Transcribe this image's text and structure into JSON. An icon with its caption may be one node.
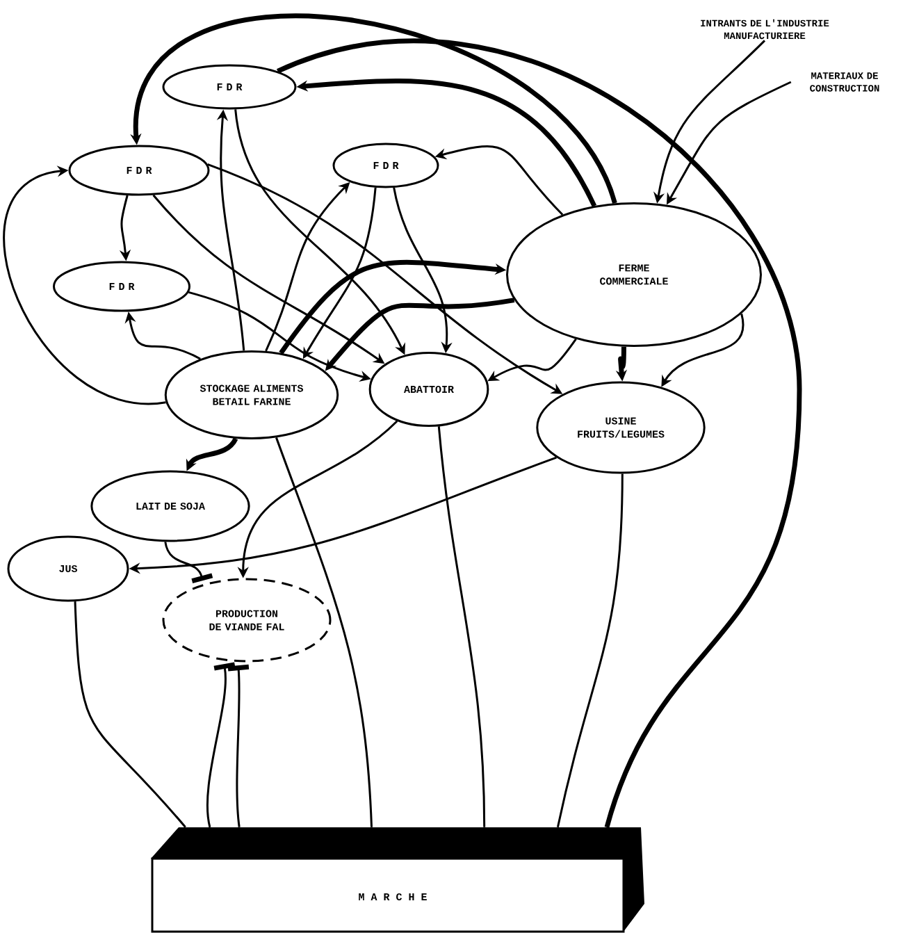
{
  "diagram": {
    "nodes": [
      {
        "text": [
          "F D R"
        ]
      },
      {
        "text": [
          "F D R"
        ]
      },
      {
        "text": [
          "F D R"
        ]
      },
      {
        "text": [
          "F D R"
        ]
      },
      {
        "text": [
          "FERME COMMERCIALE"
        ]
      },
      {
        "text": [
          "STOCKAGE ALIMENTS BETAIL FARINE"
        ]
      },
      {
        "text": [
          "ABATTOIR"
        ]
      },
      {
        "text": [
          "USINE FRUITS/LEGUMES"
        ]
      },
      {
        "text": [
          "LAIT DE SOJA"
        ]
      },
      {
        "text": [
          "JUS"
        ]
      },
      {
        "text": [
          "PRODUCTION DE VIANDE FAL"
        ]
      },
      {
        "text": [
          "M A R C H E"
        ]
      },
      {
        "text": [
          "INTRANTS DE L'INDUSTRIE MANUFACTURIERE"
        ]
      },
      {
        "text": [
          "MATERIAUX DE CONSTRUCTION"
        ]
      }
    ],
    "edges": [
      {
        "from": 4,
        "to": 0,
        "arrow": "to",
        "style": "thick"
      },
      {
        "from": 4,
        "to": 1,
        "arrow": "to",
        "style": "thick"
      },
      {
        "from": 4,
        "to": 2,
        "arrow": "to"
      },
      {
        "from": 12,
        "to": 4,
        "arrow": "to"
      },
      {
        "from": 13,
        "to": 4,
        "arrow": "to"
      },
      {
        "from": 0,
        "to": 6,
        "arrow": "to"
      },
      {
        "from": 5,
        "to": 0,
        "arrow": "to"
      },
      {
        "from": 5,
        "to": 2,
        "arrow": "to"
      },
      {
        "from": 5,
        "to": 3,
        "arrow": "to"
      },
      {
        "from": 5,
        "to": 1,
        "arrow": "to"
      },
      {
        "from": 1,
        "to": 3,
        "arrow": "to"
      },
      {
        "from": 1,
        "to": 6,
        "arrow": "to"
      },
      {
        "from": 1,
        "to": 7,
        "arrow": "to"
      },
      {
        "from": 3,
        "to": 6,
        "arrow": "to"
      },
      {
        "from": 2,
        "to": 5,
        "arrow": "to"
      },
      {
        "from": 2,
        "to": 6,
        "arrow": "to"
      },
      {
        "from": 5,
        "to": 4,
        "arrow": "to",
        "style": "thick"
      },
      {
        "from": 4,
        "to": 5,
        "arrow": "to",
        "style": "thick"
      },
      {
        "from": 4,
        "to": 6,
        "arrow": "to"
      },
      {
        "from": 4,
        "to": 7,
        "arrow": "to",
        "style": "thick"
      },
      {
        "from": 4,
        "to": 7,
        "arrow": "to"
      },
      {
        "from": 0,
        "to": 11,
        "arrow": "none",
        "style": "thick"
      },
      {
        "from": 5,
        "to": 8,
        "arrow": "to",
        "style": "thick"
      },
      {
        "from": 5,
        "to": 11,
        "arrow": "none"
      },
      {
        "from": 6,
        "to": 10,
        "arrow": "to"
      },
      {
        "from": 6,
        "to": 11,
        "arrow": "none"
      },
      {
        "from": 7,
        "to": 11,
        "arrow": "none"
      },
      {
        "from": 7,
        "to": 9,
        "arrow": "to"
      },
      {
        "from": 9,
        "to": 11,
        "arrow": "none"
      },
      {
        "from": 8,
        "to": 10,
        "arrow": "other"
      },
      {
        "from": 11,
        "to": 10,
        "arrow": "other"
      },
      {
        "from": 11,
        "to": 10,
        "arrow": "other"
      }
    ]
  }
}
